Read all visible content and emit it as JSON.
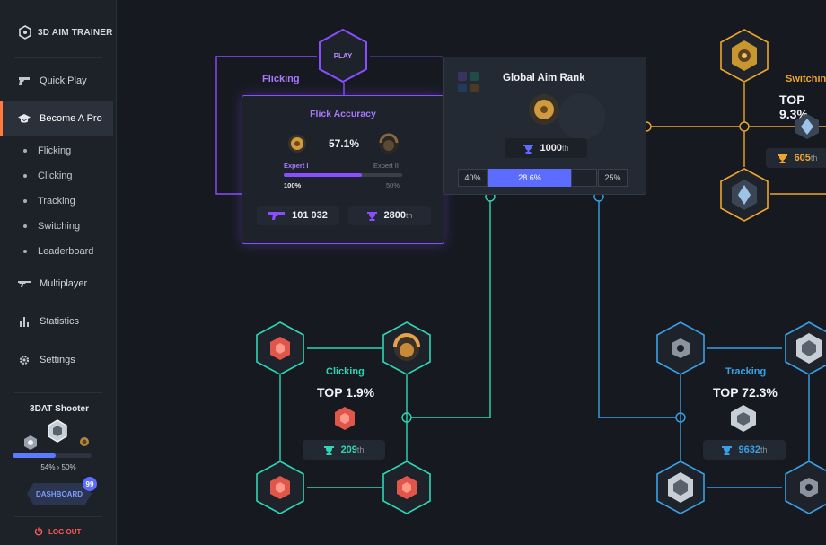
{
  "app": {
    "title": "3D AIM TRAINER"
  },
  "nav": {
    "quick_play": "Quick Play",
    "become_pro": "Become A Pro",
    "sub": [
      "Flicking",
      "Clicking",
      "Tracking",
      "Switching",
      "Leaderboard"
    ],
    "multiplayer": "Multiplayer",
    "statistics": "Statistics",
    "settings": "Settings"
  },
  "profile": {
    "name": "3DAT Shooter",
    "progress_fraction": 0.54,
    "progress_text": "54% › 50%",
    "dashboard_label": "DASHBOARD",
    "badge_count": "99",
    "logout_label": "LOG OUT"
  },
  "map": {
    "play_label": "PLAY",
    "flicking": {
      "label": "Flicking",
      "panel_title": "Flick Accuracy",
      "accuracy": "57.1%",
      "expert_current": "Expert I",
      "expert_next": "Expert II",
      "progress_fraction": 0.66,
      "progress_start": "100%",
      "progress_end": "50%",
      "score": "101 032",
      "rank": "2800",
      "rank_suffix": "th"
    },
    "global": {
      "title": "Global Aim Rank",
      "rank": "1000",
      "rank_suffix": "th",
      "left_pct": "40%",
      "mid_pct": "28.6%",
      "right_pct": "25%"
    },
    "switching": {
      "label": "Switching",
      "top": "TOP 9.3%",
      "rank": "605",
      "rank_suffix": "th"
    },
    "clicking": {
      "label": "Clicking",
      "top": "TOP 1.9%",
      "rank": "209",
      "rank_suffix": "th"
    },
    "tracking": {
      "label": "Tracking",
      "top": "TOP 72.3%",
      "rank": "9632",
      "rank_suffix": "th"
    }
  },
  "colors": {
    "accent_orange": "#ff7a3d",
    "flicking_purple": "#8a4dff",
    "clicking_teal": "#2fd6b5",
    "tracking_blue": "#3aa0e6",
    "switching_gold": "#f0a62c",
    "rank_blue": "#5b6cff"
  }
}
